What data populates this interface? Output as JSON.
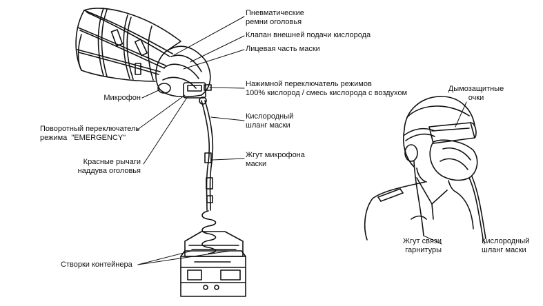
{
  "left_device": {
    "labels": {
      "headstraps": "Пневматические\nремни оголовья",
      "ext_valve": "Клапан внешней подачи кислорода",
      "mask_face": "Лицевая часть маски",
      "mode_switch": "Нажимной переключатель режимов\n100% кислород / смесь кислорода с воздухом",
      "microphone": "Микрофон",
      "oxygen_hose": "Кислородный\nшланг маски",
      "emergency_selector": "Поворотный переключатель\nрежима  \"EMERGENCY\"",
      "mic_harness": "Жгут микрофона\nмаски",
      "red_levers": "Красные рычаги\nнаддува оголовья",
      "container_doors": "Створки контейнера"
    }
  },
  "right_figure": {
    "labels": {
      "smoke_goggles": "Дымозащитные\nочки",
      "headset_harness": "Жгут связи\nгарнитуры",
      "oxygen_hose_right": "Кислородный\nшланг маски"
    }
  }
}
